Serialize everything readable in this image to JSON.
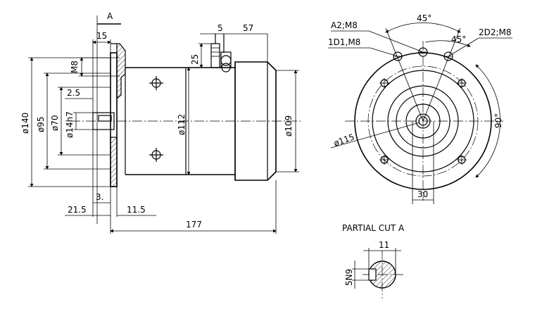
{
  "side_view": {
    "section_label": "A",
    "dims": {
      "d140": "ø140",
      "d95": "ø95",
      "d70": "ø70",
      "d14h7": "ø14h7",
      "m8": "M8",
      "w2_5": "2.5",
      "w15": "15",
      "w3": "3.",
      "w21_5": "21.5",
      "w11_5": "11.5",
      "len177": "177",
      "d112": "ø112",
      "d109": "ø109",
      "h25": "25",
      "w5": "5",
      "w57": "57"
    }
  },
  "front_view": {
    "angle_top": "45°",
    "angle_small": "45°",
    "angle_90": "90°",
    "terminal_a2": "A2;M8",
    "terminal_d1": "1D1,M8",
    "terminal_d2": "2D2;M8",
    "d115": "ø115",
    "w30": "30"
  },
  "partial_cut": {
    "title": "PARTIAL CUT A",
    "w11": "11",
    "key": "5N9"
  }
}
